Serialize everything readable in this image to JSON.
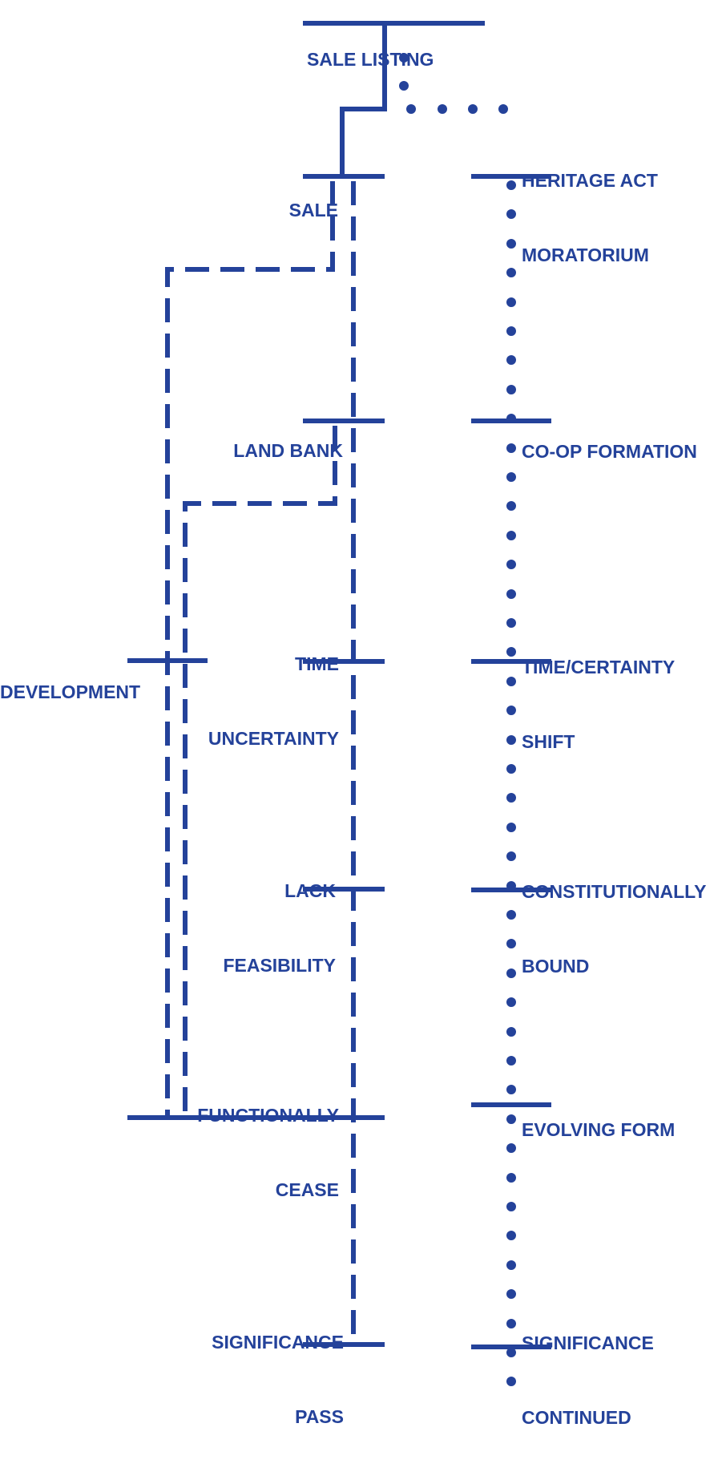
{
  "colors": {
    "ink": "#24429a",
    "background": "#ffffff"
  },
  "labels": {
    "sale_listing": [
      "SALE LISTING"
    ],
    "sale": [
      "SALE"
    ],
    "heritage": [
      "HERITAGE ACT",
      "MORATORIUM"
    ],
    "land_bank": [
      "LAND BANK"
    ],
    "coop": [
      "CO-OP FORMATION"
    ],
    "development": [
      "DEVELOPMENT"
    ],
    "time_uncertainty": [
      "TIME",
      "UNCERTAINTY"
    ],
    "time_certainty": [
      "TIME/CERTAINTY",
      "SHIFT"
    ],
    "lack_feasibility": [
      "LACK",
      "FEASIBILITY"
    ],
    "constitutionally": [
      "CONSTITUTIONALLY",
      "BOUND"
    ],
    "functionally_cease": [
      "FUNCTIONALLY",
      "CEASE"
    ],
    "evolving_form": [
      "EVOLVING FORM"
    ],
    "significance_pass": [
      "SIGNIFICANCE",
      "PASS"
    ],
    "significance_continued": [
      "SIGNIFICANCE",
      "CONTINUED"
    ]
  }
}
